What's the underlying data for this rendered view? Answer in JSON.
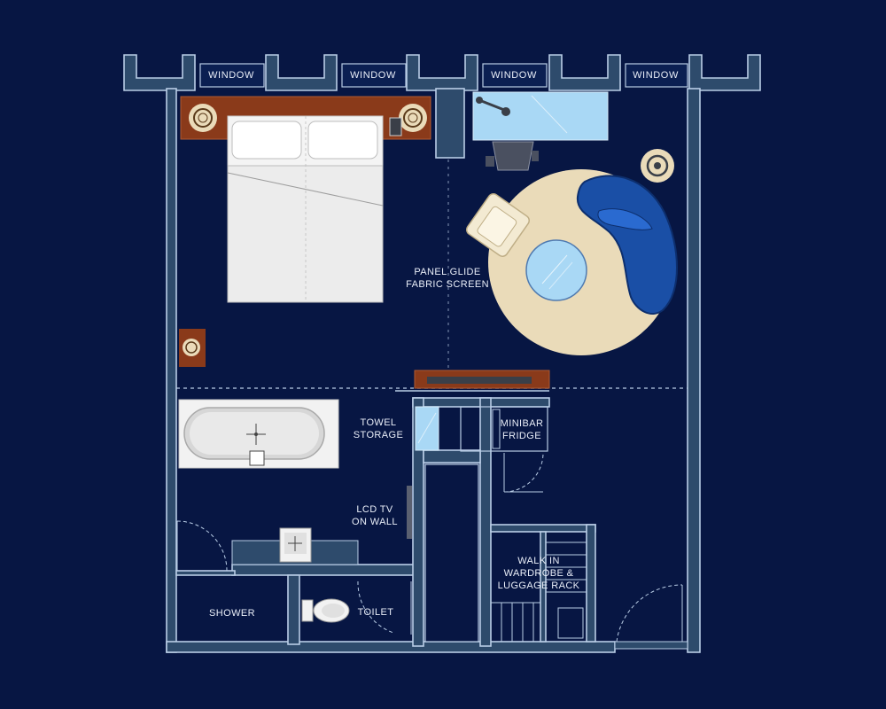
{
  "labels": {
    "window": "WINDOW",
    "screen_1": "PANEL GLIDE",
    "screen_2": "FABRIC SCREEN",
    "towel_1": "TOWEL",
    "towel_2": "STORAGE",
    "minibar_1": "MINIBAR",
    "minibar_2": "FRIDGE",
    "tv_1": "LCD TV",
    "tv_2": "ON WALL",
    "wardrobe_1": "WALK IN",
    "wardrobe_2": "WARDROBE &",
    "wardrobe_3": "LUGGAGE RACK",
    "shower": "SHOWER",
    "toilet": "TOILET"
  },
  "colors": {
    "background": "#071643",
    "wall_fill": "#2e4b6c",
    "wall_edge": "#b9cde6",
    "wood": "#8a3a1a",
    "cream": "#eadbb9",
    "sofa_blue": "#1a4fa6",
    "glass": "#a9d8f5",
    "white": "#f2f2f2"
  }
}
